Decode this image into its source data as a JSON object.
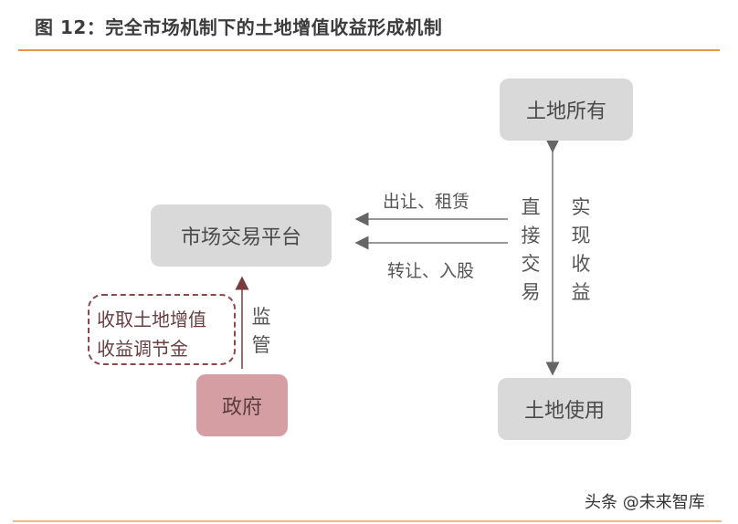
{
  "title": "图 12：完全市场机制下的土地增值收益形成机制",
  "nodes": {
    "land_ownership": "土地所有",
    "land_use": "土地使用",
    "market_platform": "市场交易平台",
    "government": "政府"
  },
  "edges": {
    "transfer_lease": "出让、租赁",
    "transfer_equity": "转让、入股",
    "direct_trade": [
      "直",
      "接",
      "交",
      "易"
    ],
    "realize_income": [
      "实",
      "现",
      "收",
      "益"
    ],
    "supervise": [
      "监",
      "管"
    ]
  },
  "annotation": {
    "line1": "收取土地增值",
    "line2": "收益调节金"
  },
  "watermark": "头条 @未来智库",
  "colors": {
    "accent_line": "#e8954a",
    "gray_box": "#d9d9d9",
    "gov_box": "#d49ea2",
    "dash_border": "#8a4a4d",
    "arrow_gray": "#666666",
    "arrow_red": "#7a3a3e"
  }
}
